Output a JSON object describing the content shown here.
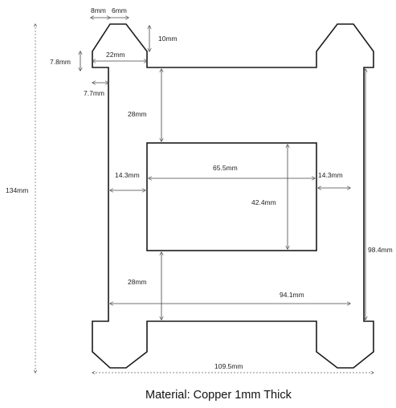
{
  "diagram": {
    "dimensions": {
      "top_left_chamfer": "8mm",
      "top_flat": "6mm",
      "side_chamfer_height": "10mm",
      "tab_top_width": "22mm",
      "tab_side_height": "7.8mm",
      "tab_notch": "7.7mm",
      "overall_height": "134mm",
      "upper_gap": "28mm",
      "side_margin_left": "14.3mm",
      "pad_width": "65.5mm",
      "pad_height": "42.4mm",
      "side_margin_right": "14.3mm",
      "lower_gap": "28mm",
      "right_height": "98.4mm",
      "inner_width": "94.1mm",
      "overall_width": "109.5mm"
    },
    "caption": "Material: Copper 1mm Thick"
  }
}
